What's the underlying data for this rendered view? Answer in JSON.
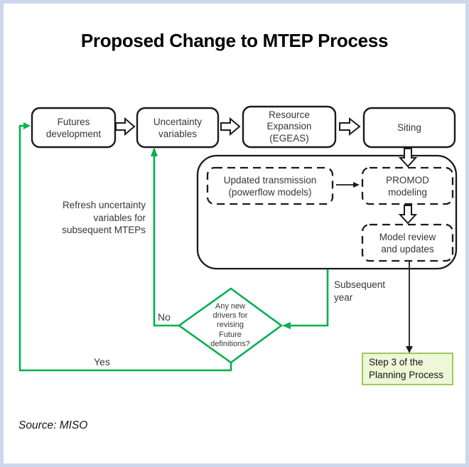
{
  "title": "Proposed Change to MTEP Process",
  "source": "Source: MISO",
  "colors": {
    "connector_green": "#00b051",
    "shape_outline": "#1a1a1a",
    "page_border": "#ccd6ec",
    "step3_background": "#eef7d8",
    "step3_border": "#9dc85a"
  },
  "boxes": {
    "futures": "Futures\ndevelopment",
    "uncertainty": "Uncertainty\nvariables",
    "resource_expansion": "Resource\nExpansion\n(EGEAS)",
    "siting": "Siting"
  },
  "subprocess": {
    "updated_transmission": "Updated transmission\n(powerflow models)",
    "promod": "PROMOD\nmodeling",
    "model_review": "Model review\nand updates"
  },
  "decision": {
    "question": "Any new\ndrivers for\nrevising\nFuture\ndefinitions?",
    "no_label": "No",
    "yes_label": "Yes"
  },
  "labels": {
    "refresh_note": "Refresh uncertainty\nvariables for\nsubsequent MTEPs",
    "subsequent_year": "Subsequent\nyear"
  },
  "step3": "Step 3 of the\nPlanning Process"
}
